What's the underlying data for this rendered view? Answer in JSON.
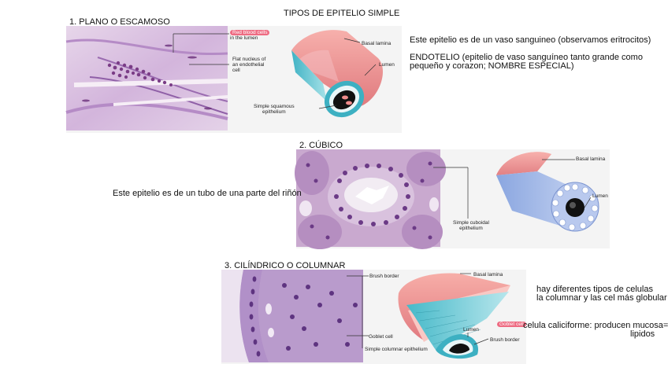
{
  "title": "TIPOS DE EPITELIO SIMPLE",
  "sections": [
    {
      "heading": "1. PLANO O ESCAMOSO",
      "labels": {
        "red_blood_cells_1": "Red blood cells",
        "red_blood_cells_2": "in the lumen",
        "flat_nucleus_1": "Flat nucleus of",
        "flat_nucleus_2": "an endothelial",
        "flat_nucleus_3": "cell",
        "basal_lamina": "Basal lamina",
        "lumen": "Lumen",
        "simple_squamous_1": "Simple squamous",
        "simple_squamous_2": "epithelium"
      },
      "notes": [
        "Este epitelio es de un vaso sanguineo (observamos eritrocitos)",
        "ENDOTELIO (epitelio de vaso sanguíneo tanto grande como",
        "pequeño y corazon; NOMBRE ESPECIAL)"
      ]
    },
    {
      "heading": "2. CÚBICO",
      "labels": {
        "basal_lamina": "Basal lamina",
        "lumen": "Lumen",
        "simple_cuboidal_1": "Simple cuboidal",
        "simple_cuboidal_2": "epithelium"
      },
      "notes": [
        "Este epitelio es de un tubo de una parte del riñón"
      ]
    },
    {
      "heading": "3. CILÍNDRICO O COLUMNAR",
      "labels": {
        "brush_border_top": "Brush border",
        "basal_lamina": "Basal lamina",
        "goblet_cell": "Goblet cell",
        "simple_columnar": "Simple columnar epithelium",
        "lumen": "Lumen",
        "goblet_cell_badge": "Goblet cell",
        "brush_border_bottom": "Brush border"
      },
      "notes": [
        "hay diferentes tipos de celulas",
        "la columnar y las cel más globular",
        "celula caliciforme: producen mucosa=",
        "lipidos"
      ]
    }
  ],
  "colors": {
    "tube_pink": "#f08c8c",
    "tube_teal": "#5ec3cf",
    "tube_blue": "#a9bde8",
    "stain_purple": "#a07ab8",
    "rbc_red": "#e0707a",
    "label_pill": "#ee6b82"
  }
}
